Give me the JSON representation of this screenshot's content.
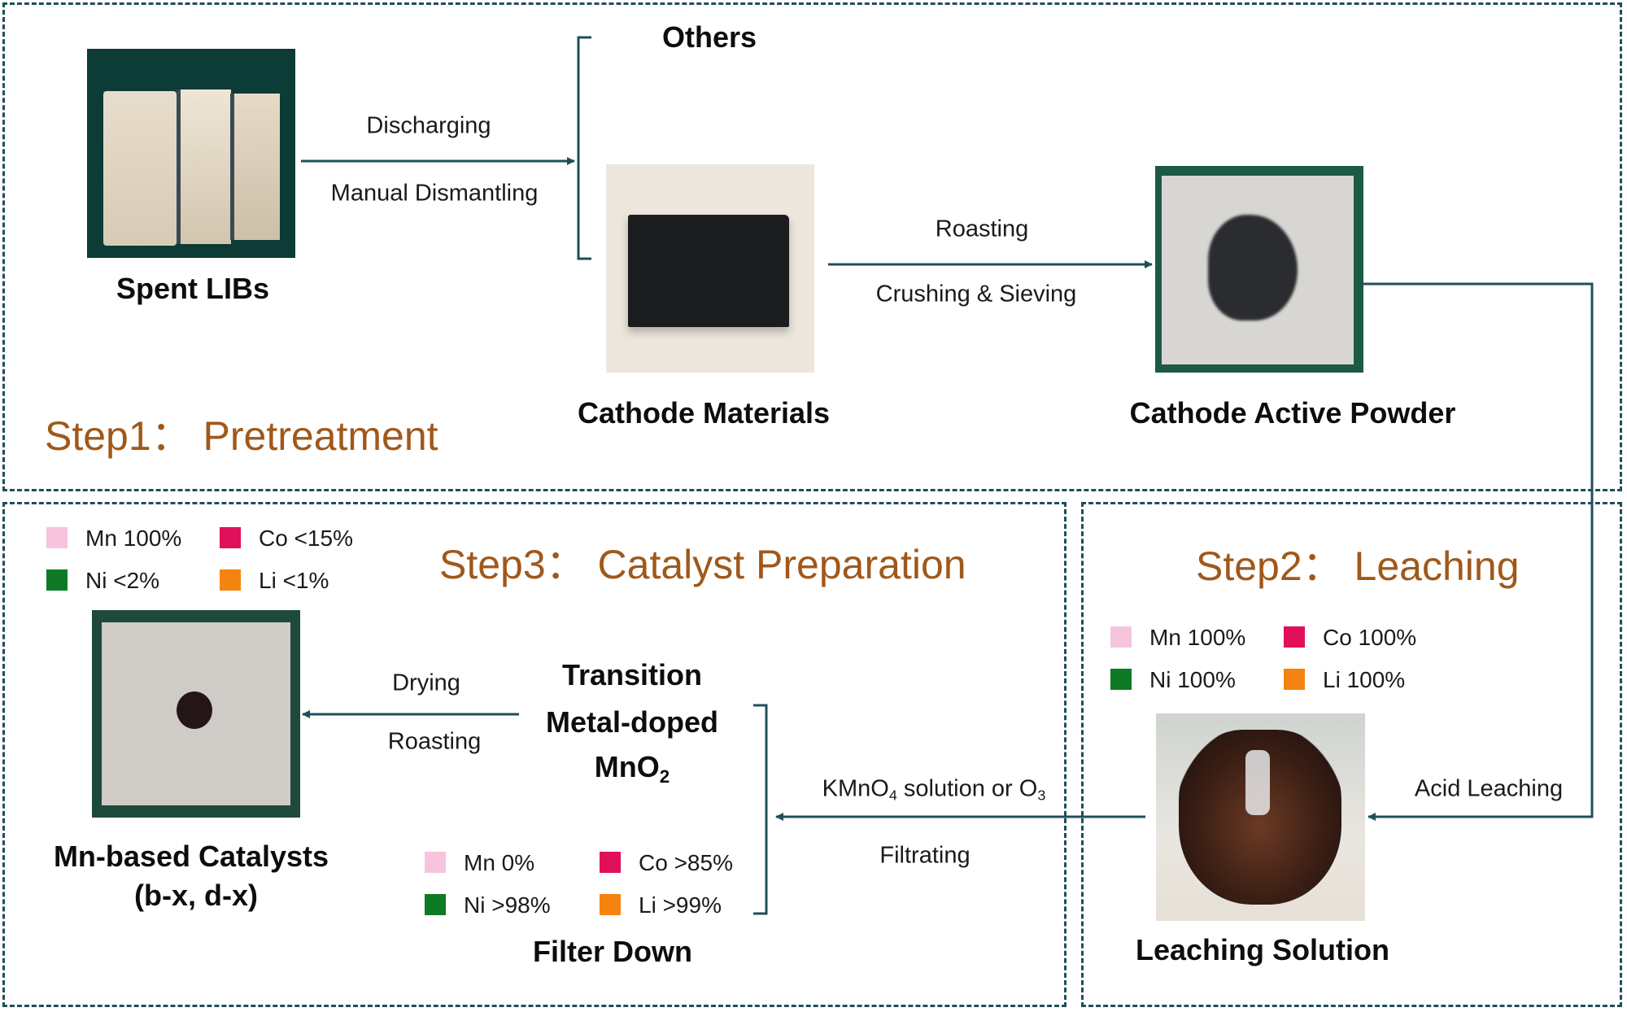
{
  "colors": {
    "step_title": "#a0581a",
    "line": "#1f4f5a",
    "mn": "#f6c4dd",
    "co": "#e0105a",
    "ni": "#0f7a25",
    "li": "#f5830f"
  },
  "step1": {
    "title": "Step1：  Pretreatment",
    "spent_libs": "Spent LIBs",
    "others": "Others",
    "arrow1_top": "Discharging",
    "arrow1_bottom": "Manual Dismantling",
    "cathode_materials": "Cathode Materials",
    "arrow2_top": "Roasting",
    "arrow2_bottom": "Crushing & Sieving",
    "cathode_active_powder": "Cathode Active Powder"
  },
  "step2": {
    "title": "Step2：  Leaching",
    "legend": [
      {
        "element": "Mn",
        "value": "Mn 100%"
      },
      {
        "element": "Co",
        "value": "Co 100%"
      },
      {
        "element": "Ni",
        "value": "Ni  100%"
      },
      {
        "element": "Li",
        "value": "Li  100%"
      }
    ],
    "arrow_label": "Acid Leaching",
    "leaching_solution": "Leaching Solution"
  },
  "step3": {
    "title": "Step3：   Catalyst Preparation",
    "catalyst_legend": [
      {
        "element": "Mn",
        "value": "Mn 100%"
      },
      {
        "element": "Co",
        "value": "Co <15%"
      },
      {
        "element": "Ni",
        "value": "Ni  <2%"
      },
      {
        "element": "Li",
        "value": "Li  <1%"
      }
    ],
    "catalyst_label": "Mn-based Catalysts",
    "catalyst_sublabel": "(b-x, d-x)",
    "arrow_top": "Drying",
    "arrow_bottom": "Roasting",
    "tm_line1": "Transition",
    "tm_line2": "Metal-doped",
    "tm_line3": "MnO",
    "tm_line3_sub": "2",
    "filter_legend": [
      {
        "element": "Mn",
        "value": "Mn 0%"
      },
      {
        "element": "Co",
        "value": "Co >85%"
      },
      {
        "element": "Ni",
        "value": "Ni >98%"
      },
      {
        "element": "Li",
        "value": "Li  >99%"
      }
    ],
    "filter_down": "Filter Down",
    "kmno4_main": "KMnO",
    "kmno4_sub": "4",
    "kmno4_rest": " solution or O",
    "o3_sub": "3",
    "filtrating": "Filtrating"
  }
}
